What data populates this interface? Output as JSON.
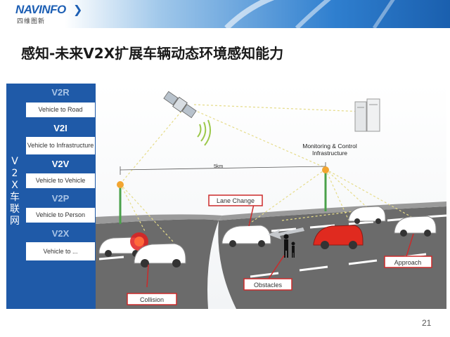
{
  "brand": {
    "logo_text": "NAVINFO",
    "logo_sub": "四维图新",
    "chevron": "❯"
  },
  "slide": {
    "title": "感知-未来V2X扩展车辆动态环境感知能力",
    "page_number": "21"
  },
  "v2x_panel": {
    "vertical_label": [
      "V",
      "2",
      "X",
      "车",
      "联",
      "网"
    ],
    "items": [
      {
        "tag": "V2R",
        "desc": "Vehicle to Road"
      },
      {
        "tag": "V2I",
        "desc": "Vehicle to Infrastructure"
      },
      {
        "tag": "V2V",
        "desc": "Vehicle to Vehicle"
      },
      {
        "tag": "V2P",
        "desc": "Vehicle to Person"
      },
      {
        "tag": "V2X",
        "desc": "Vehicle to ..."
      }
    ]
  },
  "scene": {
    "monitoring_label_line1": "Monitoring & Control",
    "monitoring_label_line2": "Infrastructure",
    "distance_label": "5km",
    "callouts": {
      "lane_change": "Lane Change",
      "collision": "Collision",
      "obstacles": "Obstacles",
      "approach": "Approach"
    }
  },
  "colors": {
    "panel_blue": "#1f5aa8",
    "callout_red": "#cc2a2a",
    "node_orange": "#f2a531",
    "road": "#6b6b6b"
  }
}
